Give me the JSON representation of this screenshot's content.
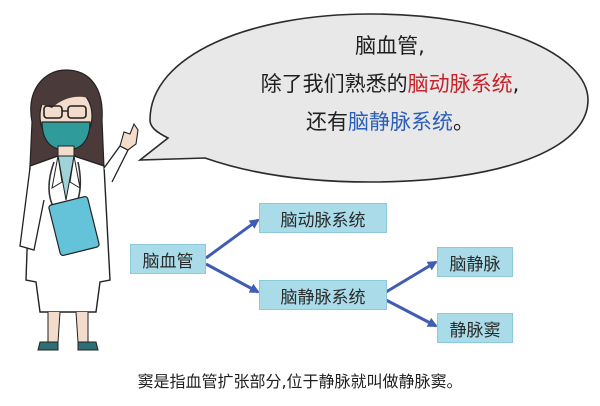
{
  "bubble": {
    "line1": "脑血管,",
    "line2_prefix": "除了我们熟悉的",
    "line2_highlight": "脑动脉系统",
    "line2_suffix": ",",
    "line3_prefix": "还有",
    "line3_highlight": "脑静脉系统",
    "line3_suffix": "。"
  },
  "diagram": {
    "root": "脑血管",
    "branch_artery": "脑动脉系统",
    "branch_vein": "脑静脉系统",
    "leaf_vein": "脑静脉",
    "leaf_sinus": "静脉窦"
  },
  "caption": "窦是指血管扩张部分,位于静脉就叫做静脉窦。",
  "colors": {
    "highlight_red": "#c3232b",
    "highlight_blue": "#2b5fb8",
    "node_fill": "#a9dbe9",
    "arrow": "#3f5db3",
    "bubble_fill": "#e8e8e8"
  }
}
